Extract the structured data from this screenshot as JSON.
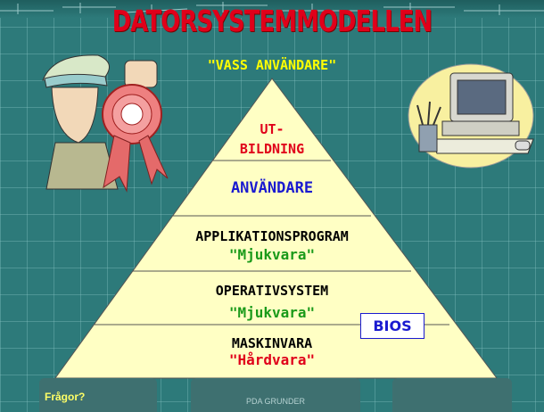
{
  "slide": {
    "title": "DATORSYSTEMMODELLEN",
    "subtitle": "\"VASS ANVÄNDARE\"",
    "colors": {
      "background": "#2d7a7a",
      "pyramid": "#ffffc4",
      "title": "#e0001a",
      "subtitle": "#ffff00",
      "level_text_red": "#e0001a",
      "level_text_blue": "#1a1ad0",
      "level_text_green": "#1a9a1a",
      "level_text_black": "#000000"
    }
  },
  "pyramid": {
    "levels": [
      {
        "lines": [
          "UT-",
          "BILDNING"
        ]
      },
      {
        "lines": [
          "ANVÄNDARE"
        ]
      },
      {
        "lines": [
          "APPLIKATIONSPROGRAM",
          "\"Mjukvara\""
        ]
      },
      {
        "lines": [
          "OPERATIVSYSTEM",
          "\"Mjukvara\""
        ]
      },
      {
        "lines": [
          "MASKINVARA",
          "\"Hårdvara\""
        ]
      }
    ],
    "bios_label": "BIOS"
  },
  "clipart": {
    "left": "person-with-award-ribbon-icon",
    "right": "computer-icon"
  },
  "footer": {
    "questions_label": "Frågor?",
    "center_text": "PDA GRUNDER"
  }
}
